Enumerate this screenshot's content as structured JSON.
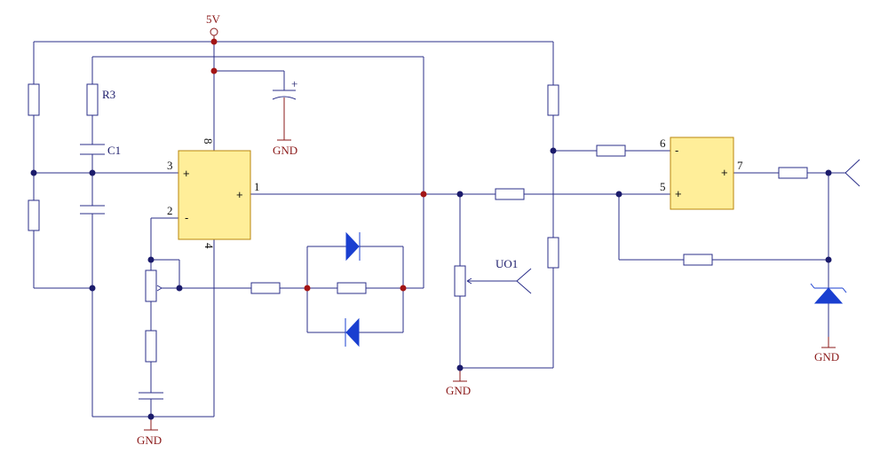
{
  "power": {
    "vcc_label": "5V"
  },
  "ground": {
    "label": "GND"
  },
  "labels": {
    "r3": "R3",
    "c1": "C1",
    "uo1": "UO1"
  },
  "opamp1": {
    "pin_noninv": "3",
    "pin_inv": "2",
    "pin_out": "1",
    "pin_vcc": "8",
    "pin_gnd": "4",
    "sign_noninv": "+",
    "sign_inv": "-",
    "sign_out": "+"
  },
  "opamp2": {
    "pin_inv": "6",
    "pin_noninv": "5",
    "pin_out": "7",
    "sign_inv": "-",
    "sign_noninv": "+",
    "sign_out": "+"
  },
  "cap": {
    "polarity": "+"
  },
  "colors": {
    "wire": "#2b2f8a",
    "node": "#a31515",
    "opamp_fill": "#ffee99",
    "diode": "#1a3fd0"
  }
}
